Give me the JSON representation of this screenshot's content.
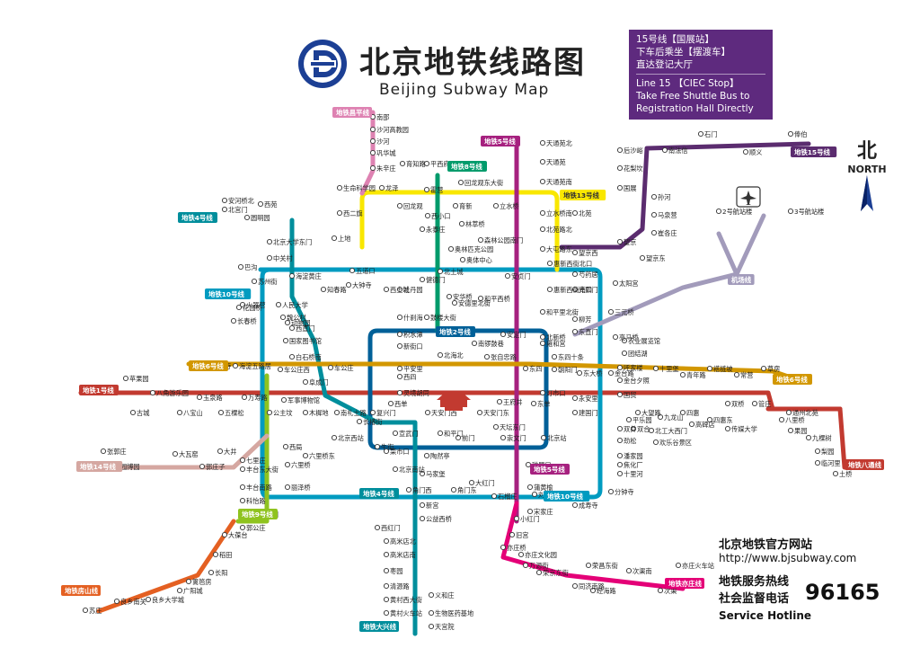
{
  "header": {
    "title_cn": "北京地铁线路图",
    "title_en": "Beijing Subway Map"
  },
  "callout": {
    "cn_line1": "15号线【国展站】",
    "cn_line2": "下车后乘坐【摆渡车】",
    "cn_line3": "直达登记大厅",
    "en_line1": "Line 15 【CIEC Stop】",
    "en_line2": "Take Free Shuttle Bus to",
    "en_line3": "Registration Hall Directly"
  },
  "north": {
    "cn": "北",
    "en": "NORTH"
  },
  "footer": {
    "website_label": "北京地铁官方网站",
    "website_url": "http://www.bjsubway.com",
    "hotline_label_1": "地铁服务热线",
    "hotline_label_2": "社会监督电话",
    "hotline_en": "Service Hotline",
    "hotline_number": "96165"
  },
  "colors": {
    "line1": "#c23a30",
    "line2": "#006098",
    "line4": "#008e9c",
    "line5": "#a6217f",
    "line6": "#d29700",
    "line8": "#009b6b",
    "line9": "#8fc31f",
    "line10": "#009bc0",
    "line13": "#f9e700",
    "line14": "#d5a7a1",
    "line15": "#5b2c6f",
    "batong": "#c23a30",
    "changping": "#de82b2",
    "yizhuang": "#e40077",
    "fangshan": "#e46022",
    "daxing": "#008e9c",
    "airport": "#a29bbb",
    "callout_bg": "#5e2a7e"
  },
  "line_badges": [
    {
      "id": "l1",
      "text": "地铁1号线"
    },
    {
      "id": "l2",
      "text": "地铁2号线"
    },
    {
      "id": "l4",
      "text": "地铁4号线"
    },
    {
      "id": "l5",
      "text": "地铁5号线"
    },
    {
      "id": "l5b",
      "text": "地铁5号线"
    },
    {
      "id": "l6",
      "text": "地铁6号线"
    },
    {
      "id": "l6b",
      "text": "地铁6号线"
    },
    {
      "id": "l8",
      "text": "地铁8号线"
    },
    {
      "id": "l9",
      "text": "地铁9号线"
    },
    {
      "id": "l10",
      "text": "地铁10号线"
    },
    {
      "id": "l10b",
      "text": "地铁10号线"
    },
    {
      "id": "l13",
      "text": "地铁13号线"
    },
    {
      "id": "l14",
      "text": "地铁14号线"
    },
    {
      "id": "l15",
      "text": "地铁15号线"
    },
    {
      "id": "lcp",
      "text": "地铁昌平线"
    },
    {
      "id": "lbt",
      "text": "地铁八通线"
    },
    {
      "id": "lyz",
      "text": "地铁亦庄线"
    },
    {
      "id": "lfs",
      "text": "地铁房山线"
    },
    {
      "id": "ldx",
      "text": "地铁大兴线"
    },
    {
      "id": "lap",
      "text": "机场线"
    },
    {
      "id": "l4s",
      "text": "地铁4号线"
    }
  ],
  "stations": [
    {
      "id": "nanshao",
      "name": "南邵"
    },
    {
      "id": "shahegaojiaoyuan",
      "name": "沙河高教园"
    },
    {
      "id": "shahe",
      "name": "沙河"
    },
    {
      "id": "gonghuacheng",
      "name": "巩华城"
    },
    {
      "id": "zhuxinzhuang",
      "name": "朱辛庄"
    },
    {
      "id": "shengmingkexueyuan",
      "name": "生命科学园"
    },
    {
      "id": "xierqi",
      "name": "西二旗"
    },
    {
      "id": "longze",
      "name": "龙泽"
    },
    {
      "id": "huilongguan",
      "name": "回龙观"
    },
    {
      "id": "huoying",
      "name": "霍营"
    },
    {
      "id": "lishuiqiao",
      "name": "立水桥"
    },
    {
      "id": "beiyuan",
      "name": "北苑"
    },
    {
      "id": "wangjingxi",
      "name": "望京西"
    },
    {
      "id": "shaoyaoju",
      "name": "芍药居"
    },
    {
      "id": "guangximen",
      "name": "光熙门"
    },
    {
      "id": "liudaokou",
      "name": "五道口"
    },
    {
      "id": "zhichunlu",
      "name": "知春路"
    },
    {
      "id": "dazhongsi",
      "name": "大钟寺"
    },
    {
      "id": "shangdi",
      "name": "上地"
    },
    {
      "id": "xizhimen",
      "name": "西直门"
    },
    {
      "id": "dongzhimen",
      "name": "东直门"
    },
    {
      "id": "liuzhuang",
      "name": "柳芳"
    },
    {
      "id": "yuzhilu",
      "name": "育知路"
    },
    {
      "id": "pingxifu",
      "name": "平西府"
    },
    {
      "id": "huilongguandongdajie",
      "name": "回龙观东大街"
    },
    {
      "id": "yuxin",
      "name": "育新"
    },
    {
      "id": "xixiaokou",
      "name": "西小口"
    },
    {
      "id": "yongtaizhuang",
      "name": "永泰庄"
    },
    {
      "id": "lincuiqiao",
      "name": "林萃桥"
    },
    {
      "id": "senlingongyuan",
      "name": "森林公园南门"
    },
    {
      "id": "aolinpike",
      "name": "奥林匹克公园"
    },
    {
      "id": "aotizhongxin",
      "name": "奥体中心"
    },
    {
      "id": "beitucheng",
      "name": "北土城"
    },
    {
      "id": "anhuaqiao",
      "name": "安华桥"
    },
    {
      "id": "andelibeijie",
      "name": "安德里北街"
    },
    {
      "id": "guloudajie",
      "name": "鼓楼大街"
    },
    {
      "id": "shichahai",
      "name": "什刹海"
    },
    {
      "id": "nanluoguxiang",
      "name": "南锣鼓巷"
    },
    {
      "id": "tiantongyuanbei",
      "name": "天通苑北"
    },
    {
      "id": "tiantongyuan",
      "name": "天通苑"
    },
    {
      "id": "tiantongyuannan",
      "name": "天通苑南"
    },
    {
      "id": "lishuiqiaonan",
      "name": "立水桥南"
    },
    {
      "id": "beiyuanlubei",
      "name": "北苑路北"
    },
    {
      "id": "datunludong",
      "name": "大屯路东"
    },
    {
      "id": "huixinxijiebeikou",
      "name": "惠新西街北口"
    },
    {
      "id": "huixinxijienankou",
      "name": "惠新西街南口"
    },
    {
      "id": "hepingxiqiao",
      "name": "和平西桥"
    },
    {
      "id": "hepinglibeijie",
      "name": "和平里北街"
    },
    {
      "id": "yonghegong",
      "name": "雍和宫"
    },
    {
      "id": "beixinqiao",
      "name": "北新桥"
    },
    {
      "id": "zhangzizhonglu",
      "name": "张自忠路"
    },
    {
      "id": "dongsi",
      "name": "东四"
    },
    {
      "id": "dengshikou",
      "name": "灯市口"
    },
    {
      "id": "dongdan",
      "name": "东单"
    },
    {
      "id": "ciqikou",
      "name": "磁器口"
    },
    {
      "id": "tiantandongmen",
      "name": "天坛东门"
    },
    {
      "id": "puhuangyu",
      "name": "蒲黄榆"
    },
    {
      "id": "liujiayao",
      "name": "刘家窑"
    },
    {
      "id": "songjiazhuang",
      "name": "宋家庄"
    },
    {
      "id": "houshayu",
      "name": "后沙峪"
    },
    {
      "id": "nanfaxin",
      "name": "南法信"
    },
    {
      "id": "shimen",
      "name": "石门"
    },
    {
      "id": "shunyi",
      "name": "顺义"
    },
    {
      "id": "fengbo",
      "name": "俸伯"
    },
    {
      "id": "huajiadi",
      "name": "花梨坎"
    },
    {
      "id": "guozhan",
      "name": "国展"
    },
    {
      "id": "sunhe",
      "name": "孙河"
    },
    {
      "id": "maquanying",
      "name": "马泉营"
    },
    {
      "id": "cuigezhuang",
      "name": "崔各庄"
    },
    {
      "id": "wangjing",
      "name": "望京"
    },
    {
      "id": "wangjingdong",
      "name": "望京东"
    },
    {
      "id": "terminal2",
      "name": "2号航站楼"
    },
    {
      "id": "terminal3",
      "name": "3号航站楼"
    },
    {
      "id": "sanyuanqiao",
      "name": "三元桥"
    },
    {
      "id": "taiyanggong",
      "name": "太阳宫"
    },
    {
      "id": "shaoyaojudong",
      "name": "芍药居"
    },
    {
      "id": "huixindongjie",
      "name": "惠新东街"
    },
    {
      "id": "sanyuanqiao2",
      "name": "三元桥"
    },
    {
      "id": "liangmaqiao",
      "name": "亮马桥"
    },
    {
      "id": "nongzhanguan",
      "name": "农业展览馆"
    },
    {
      "id": "tuanjiehu",
      "name": "团结湖"
    },
    {
      "id": "hujialou",
      "name": "呼家楼"
    },
    {
      "id": "jintaixizhao",
      "name": "金台夕照"
    },
    {
      "id": "guomao",
      "name": "国贸"
    },
    {
      "id": "shuangjing",
      "name": "双井"
    },
    {
      "id": "jinsong",
      "name": "劲松"
    },
    {
      "id": "panjiayuan",
      "name": "潘家园"
    },
    {
      "id": "shilihe",
      "name": "十里河"
    },
    {
      "id": "fenzhongsi",
      "name": "分钟寺"
    },
    {
      "id": "chengshousi",
      "name": "成寿寺"
    },
    {
      "id": "anzhenmen",
      "name": "安贞门"
    },
    {
      "id": "jiandemen",
      "name": "健德门"
    },
    {
      "id": "mudanyuan",
      "name": "牡丹园"
    },
    {
      "id": "xitucheng",
      "name": "西土城"
    },
    {
      "id": "andingmen",
      "name": "安定门"
    },
    {
      "id": "guloudajie2",
      "name": "鼓楼大街"
    },
    {
      "id": "jishuitan",
      "name": "积水潭"
    },
    {
      "id": "xinjiekou",
      "name": "新街口"
    },
    {
      "id": "pinganli",
      "name": "平安里"
    },
    {
      "id": "xisi",
      "name": "西四"
    },
    {
      "id": "lingjinghutong",
      "name": "灵境胡同"
    },
    {
      "id": "xidan",
      "name": "西单"
    },
    {
      "id": "beihaibei",
      "name": "北海北"
    },
    {
      "id": "nanluoguxiang2",
      "name": "南锣鼓巷"
    },
    {
      "id": "tiananmenxi",
      "name": "天安门西"
    },
    {
      "id": "tiananmendong",
      "name": "天安门东"
    },
    {
      "id": "wangfujing",
      "name": "王府井"
    },
    {
      "id": "jianguomen",
      "name": "建国门"
    },
    {
      "id": "yonganli",
      "name": "永安里"
    },
    {
      "id": "guomao2",
      "name": "国贸"
    },
    {
      "id": "dawanglu",
      "name": "大望路"
    },
    {
      "id": "sihui",
      "name": "四惠"
    },
    {
      "id": "sihuidong",
      "name": "四惠东"
    },
    {
      "id": "gaobeidian",
      "name": "高碑店"
    },
    {
      "id": "chuanmeidaxue",
      "name": "传媒大学"
    },
    {
      "id": "shuangqiao",
      "name": "双桥"
    },
    {
      "id": "guanzhuang",
      "name": "管庄"
    },
    {
      "id": "baliqiao",
      "name": "八里桥"
    },
    {
      "id": "tongzhoubeiyuan",
      "name": "通州北苑"
    },
    {
      "id": "guoyuan",
      "name": "果园"
    },
    {
      "id": "jiukeshu",
      "name": "九棵树"
    },
    {
      "id": "liyuan",
      "name": "梨园"
    },
    {
      "id": "linheli",
      "name": "临河里"
    },
    {
      "id": "tuqiao",
      "name": "土桥"
    },
    {
      "id": "pingguoyuan",
      "name": "苹果园"
    },
    {
      "id": "gucheng",
      "name": "古城"
    },
    {
      "id": "bajiaoyouleyuan",
      "name": "八角游乐园"
    },
    {
      "id": "babaoshan",
      "name": "八宝山"
    },
    {
      "id": "yuquanlu",
      "name": "玉泉路"
    },
    {
      "id": "wukesong",
      "name": "五棵松"
    },
    {
      "id": "wanshoulu",
      "name": "万寿路"
    },
    {
      "id": "gongzhufen",
      "name": "公主坟"
    },
    {
      "id": "junshibowuguan",
      "name": "军事博物馆"
    },
    {
      "id": "muxidi",
      "name": "木樨地"
    },
    {
      "id": "nanlishilu",
      "name": "南礼士路"
    },
    {
      "id": "fuxingmen",
      "name": "复兴门"
    },
    {
      "id": "changchunjie",
      "name": "长椿街"
    },
    {
      "id": "xuanwumen",
      "name": "宣武门"
    },
    {
      "id": "hepingmen",
      "name": "和平门"
    },
    {
      "id": "qianmen",
      "name": "前门"
    },
    {
      "id": "chongwenmen",
      "name": "崇文门"
    },
    {
      "id": "beijingzhan",
      "name": "北京站"
    },
    {
      "id": "caishikou",
      "name": "菜市口"
    },
    {
      "id": "taoranting",
      "name": "陶然亭"
    },
    {
      "id": "beijingnanzhan",
      "name": "北京南站"
    },
    {
      "id": "majiapu",
      "name": "马家堡"
    },
    {
      "id": "jiaomenxi",
      "name": "角门西"
    },
    {
      "id": "jiaomendong",
      "name": "角门东"
    },
    {
      "id": "dahongmen",
      "name": "大红门"
    },
    {
      "id": "shiliuzhuang",
      "name": "石榴庄"
    },
    {
      "id": "gongyixiqiao",
      "name": "公益西桥"
    },
    {
      "id": "xihongmen",
      "name": "西红门"
    },
    {
      "id": "gaomidianbei",
      "name": "高米店北"
    },
    {
      "id": "gaomidiannan",
      "name": "高米店南"
    },
    {
      "id": "zaoyuan",
      "name": "枣园"
    },
    {
      "id": "qingyuanlu",
      "name": "清源路"
    },
    {
      "id": "huangcunxidajie",
      "name": "黄村西大街"
    },
    {
      "id": "huangcunhuochezhan",
      "name": "黄村火车站"
    },
    {
      "id": "yihezhuang",
      "name": "义和庄"
    },
    {
      "id": "shengwuyiyaojidi",
      "name": "生物医药基地"
    },
    {
      "id": "tiangongyuan",
      "name": "天宫院"
    },
    {
      "id": "xinjiakou",
      "name": "新宫"
    },
    {
      "id": "beijingxizhan",
      "name": "北京西站"
    },
    {
      "id": "liuliqiao",
      "name": "六里桥"
    },
    {
      "id": "liuliqiaodong",
      "name": "六里桥东"
    },
    {
      "id": "qilizhuang",
      "name": "七里庄"
    },
    {
      "id": "fengtaidongdajie",
      "name": "丰台东大街"
    },
    {
      "id": "fengtainanlu",
      "name": "丰台南路"
    },
    {
      "id": "kejiyuan",
      "name": "科怡路"
    },
    {
      "id": "fengtaikejiyuan",
      "name": "丰台科技园"
    },
    {
      "id": "guogongzhuang",
      "name": "郭公庄"
    },
    {
      "id": "dabaotai",
      "name": "大葆台"
    },
    {
      "id": "daotian",
      "name": "稻田"
    },
    {
      "id": "changyang",
      "name": "长阳"
    },
    {
      "id": "libafang",
      "name": "篱笆房"
    },
    {
      "id": "guangyangcheng",
      "name": "广阳城"
    },
    {
      "id": "liangxiangdaxuecheng",
      "name": "良乡大学城"
    },
    {
      "id": "liangxiangnanguan",
      "name": "良乡南关"
    },
    {
      "id": "suzhuang",
      "name": "苏庄"
    },
    {
      "id": "zhangguozhuang",
      "name": "张郭庄"
    },
    {
      "id": "yuanboyuan",
      "name": "园博园"
    },
    {
      "id": "dawayao",
      "name": "大瓦窑"
    },
    {
      "id": "guozhuangzi",
      "name": "郭庄子"
    },
    {
      "id": "dajing",
      "name": "大井"
    },
    {
      "id": "qilizhuang2",
      "name": "七里庄"
    },
    {
      "id": "anheqiaobei",
      "name": "安河桥北"
    },
    {
      "id": "beigongmen",
      "name": "北宫门"
    },
    {
      "id": "xiyuan",
      "name": "西苑"
    },
    {
      "id": "yuanmingyuan",
      "name": "圆明园"
    },
    {
      "id": "beijingdaxuedongmen",
      "name": "北京大学东门"
    },
    {
      "id": "zhongguancun",
      "name": "中关村"
    },
    {
      "id": "haidianhuangzhuang",
      "name": "海淀黄庄"
    },
    {
      "id": "renmindaxue",
      "name": "人民大学"
    },
    {
      "id": "weigongcun",
      "name": "魏公村"
    },
    {
      "id": "guojiatushuguan",
      "name": "国家图书馆"
    },
    {
      "id": "dongwuyuan",
      "name": "动物园"
    },
    {
      "id": "xinjiekou2",
      "name": "新街口"
    },
    {
      "id": "xisi2",
      "name": "西四"
    },
    {
      "id": "baiduizi",
      "name": "白堆子"
    },
    {
      "id": "baishiqiaonan",
      "name": "白石桥南"
    },
    {
      "id": "huayuanqiao",
      "name": "花园桥"
    },
    {
      "id": "cishousi",
      "name": "慈寿寺"
    },
    {
      "id": "haidianwulukou",
      "name": "海淀五路居"
    },
    {
      "id": "chegongzhuang",
      "name": "车公庄"
    },
    {
      "id": "chegongzhuangxi",
      "name": "车公庄西"
    },
    {
      "id": "fuchengmen",
      "name": "阜成门"
    },
    {
      "id": "lizeqiao",
      "name": "丽泽桥"
    },
    {
      "id": "xiju",
      "name": "西局"
    },
    {
      "id": "niujie",
      "name": "牛街"
    },
    {
      "id": "taiyangongdong",
      "name": "陶然亭"
    },
    {
      "id": "hepingmen2",
      "name": "和平门"
    },
    {
      "id": "baiwanzhuang",
      "name": "白石桥南"
    },
    {
      "id": "bagou",
      "name": "巴沟"
    },
    {
      "id": "suzhoujie",
      "name": "苏州街"
    },
    {
      "id": "xitucheng2",
      "name": "西土城"
    },
    {
      "id": "jiandemen2",
      "name": "健德门"
    },
    {
      "id": "changchunqiao",
      "name": "长春桥"
    },
    {
      "id": "huoqiying",
      "name": "火器营"
    },
    {
      "id": "liangmaqiao2",
      "name": "亮马桥"
    },
    {
      "id": "shuangjing2",
      "name": "双井"
    },
    {
      "id": "chaoyangmen",
      "name": "朝阳门"
    },
    {
      "id": "dongsishitiao",
      "name": "东四十条"
    },
    {
      "id": "dongdaqiao",
      "name": "东大桥"
    },
    {
      "id": "jintaixizhao2",
      "name": "金台路"
    },
    {
      "id": "shilipu",
      "name": "十里堡"
    },
    {
      "id": "qingnianlu",
      "name": "青年路"
    },
    {
      "id": "huangqu",
      "name": "褡裢坡"
    },
    {
      "id": "changying",
      "name": "常营"
    },
    {
      "id": "caofang",
      "name": "草房"
    },
    {
      "id": "pinganli2",
      "name": "平安里"
    },
    {
      "id": "beihaibei2",
      "name": "北海北"
    },
    {
      "id": "tiantandongmen2",
      "name": "天坛东门"
    },
    {
      "id": "dabeiyao",
      "name": "大望路"
    },
    {
      "id": "jiulongshan",
      "name": "九龙山"
    },
    {
      "id": "pingleyuan",
      "name": "平乐园"
    },
    {
      "id": "beigongdanan",
      "name": "北工大西门"
    },
    {
      "id": "huawei",
      "name": "欢乐谷景区"
    },
    {
      "id": "shuangjingdong",
      "name": "双合"
    },
    {
      "id": "jiaohuachang",
      "name": "焦化厂"
    },
    {
      "id": "xiaohongmen",
      "name": "小红门"
    },
    {
      "id": "jiugong",
      "name": "旧宫"
    },
    {
      "id": "yizhuangqiao",
      "name": "亦庄桥"
    },
    {
      "id": "yizhuangwenhuayuan",
      "name": "亦庄文化园"
    },
    {
      "id": "wanyuanjie",
      "name": "万源街"
    },
    {
      "id": "rongjingdongjie",
      "name": "荣京东街"
    },
    {
      "id": "rongchangdongjie",
      "name": "荣昌东街"
    },
    {
      "id": "tongjinanlu",
      "name": "同济南路"
    },
    {
      "id": "jinghailu",
      "name": "经海路"
    },
    {
      "id": "ciqu",
      "name": "次渠"
    },
    {
      "id": "ciqunan",
      "name": "次渠南"
    },
    {
      "id": "yizhuanghuochezhan",
      "name": "亦庄火车站"
    },
    {
      "id": "xiaocun",
      "name": "肖村"
    }
  ]
}
